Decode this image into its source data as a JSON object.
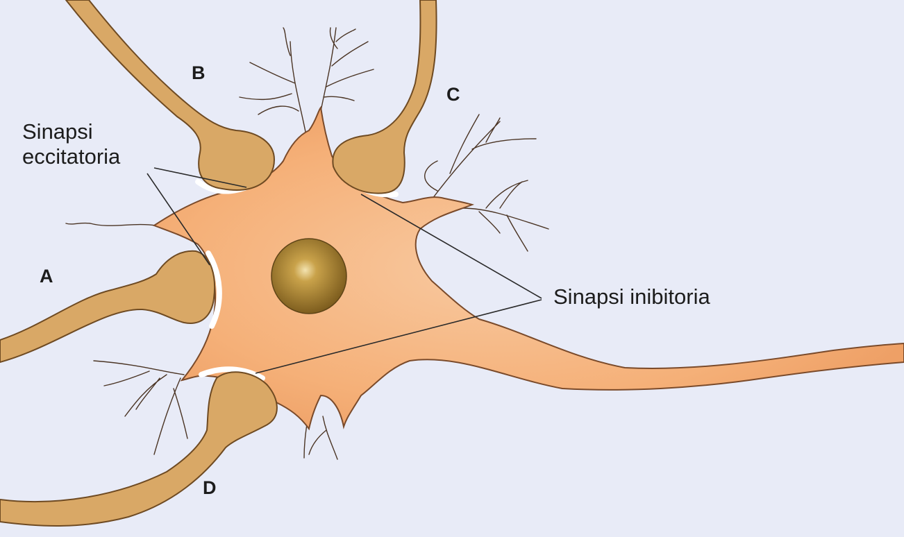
{
  "labels": {
    "axon_a": "A",
    "axon_b": "B",
    "axon_c": "C",
    "axon_d": "D",
    "excitatory_synapse_line1": "Sinapsi",
    "excitatory_synapse_line2": "eccitatoria",
    "inhibitory_synapse": "Sinapsi inibitoria"
  },
  "colors": {
    "background": "#e8ebf7",
    "soma_fill": "#f5b078",
    "soma_outline": "#7a4a2a",
    "axon_terminal_fill": "#d9a866",
    "nucleus_fill": "#9a7a2a",
    "label_text": "#1c1c1c",
    "leader_line": "#2a2a2a"
  }
}
